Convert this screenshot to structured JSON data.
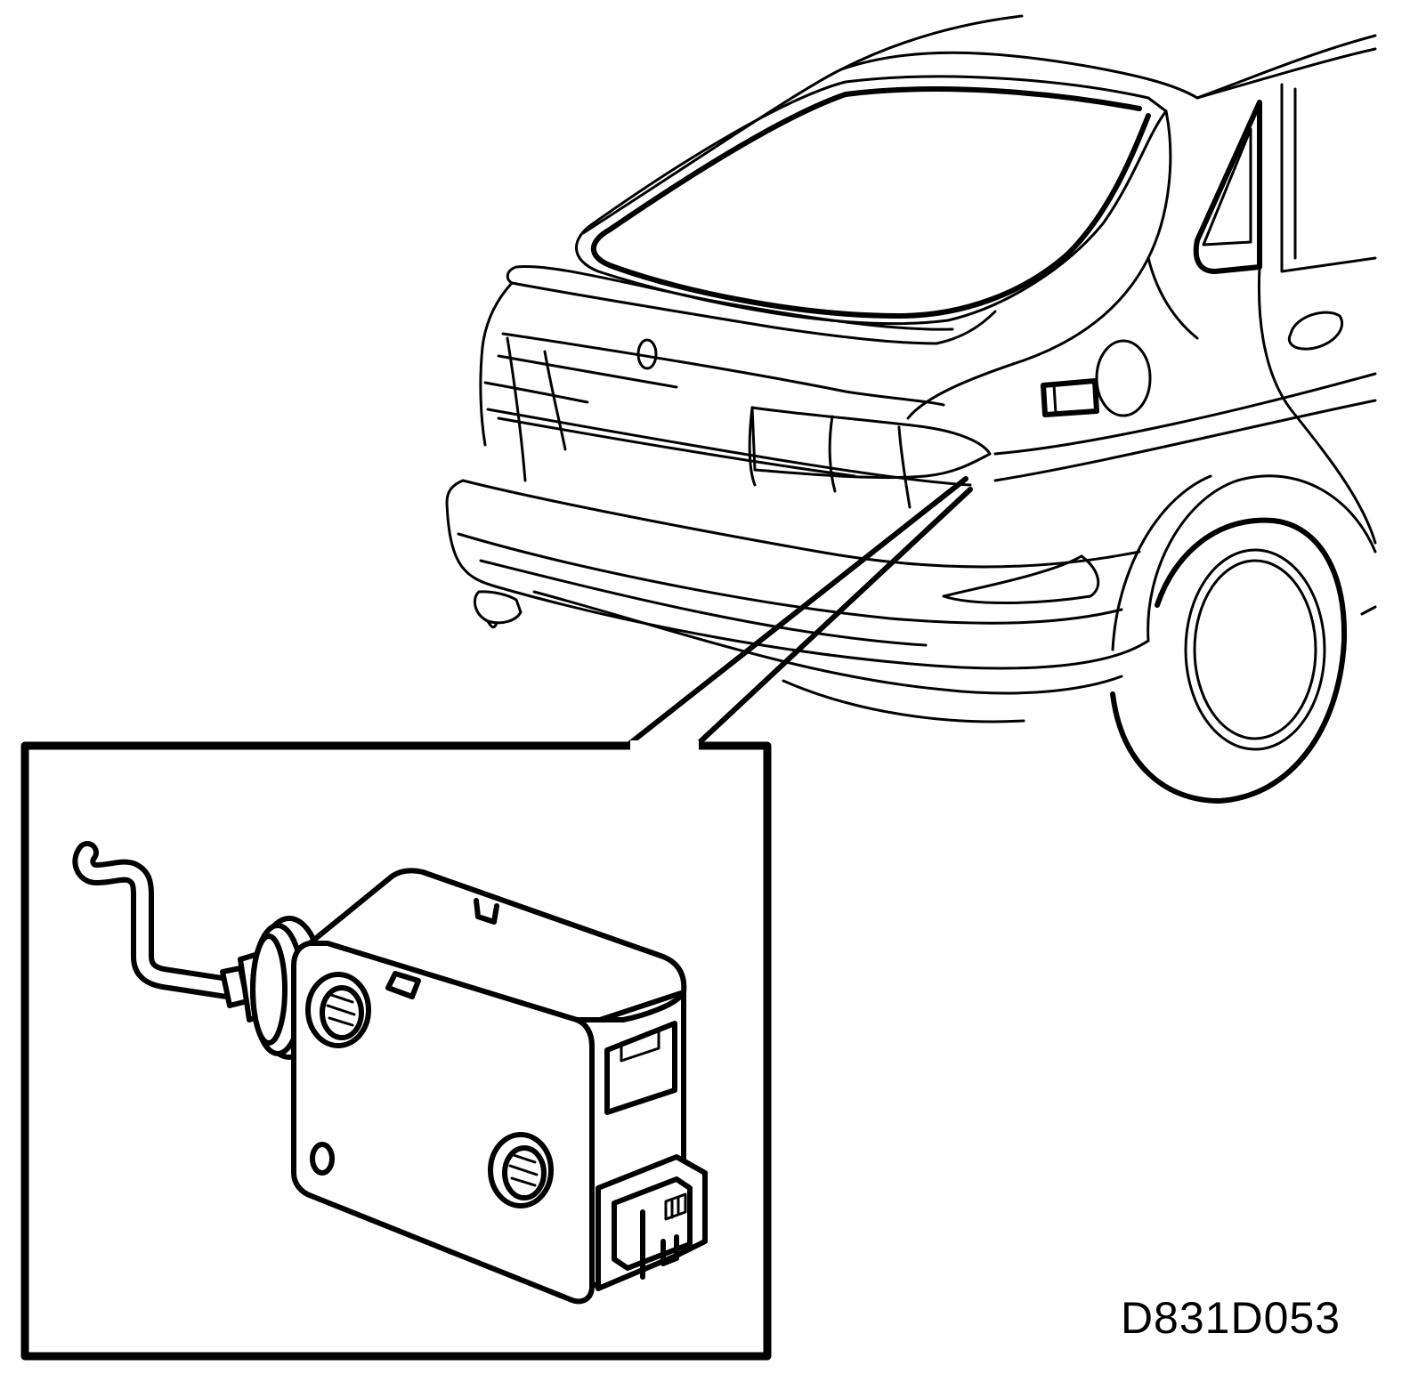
{
  "figure": {
    "code_label": "D831D053"
  },
  "icons": {
    "car": "hatchback-rear-view-line-drawing",
    "component": "fuel-filler-flap-lock-actuator"
  }
}
